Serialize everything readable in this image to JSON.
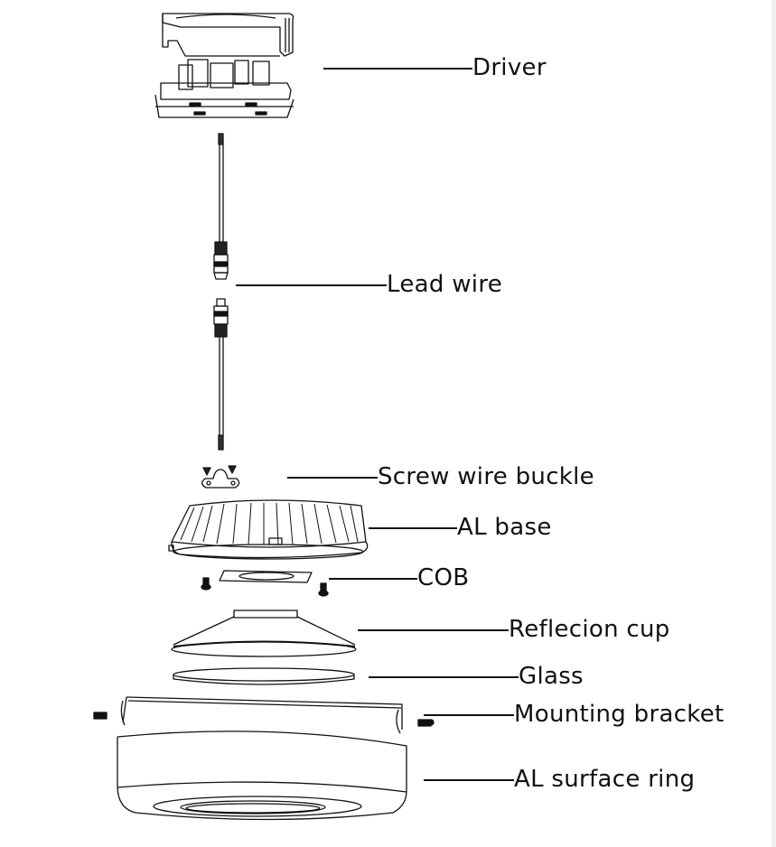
{
  "diagram": {
    "title": "",
    "colors": {
      "line": "#111111",
      "background": "#ffffff",
      "edge_strip": "#efefef"
    },
    "parts": [
      {
        "id": "driver",
        "label": "Driver"
      },
      {
        "id": "lead-wire",
        "label": "Lead wire"
      },
      {
        "id": "screw-wire-buckle",
        "label": "Screw wire buckle"
      },
      {
        "id": "al-base",
        "label": "AL base"
      },
      {
        "id": "cob",
        "label": "COB"
      },
      {
        "id": "reflection-cup",
        "label": "Reflecion cup"
      },
      {
        "id": "glass",
        "label": "Glass"
      },
      {
        "id": "mounting-bracket",
        "label": "Mounting bracket"
      },
      {
        "id": "al-surface-ring",
        "label": "AL surface ring"
      }
    ]
  }
}
